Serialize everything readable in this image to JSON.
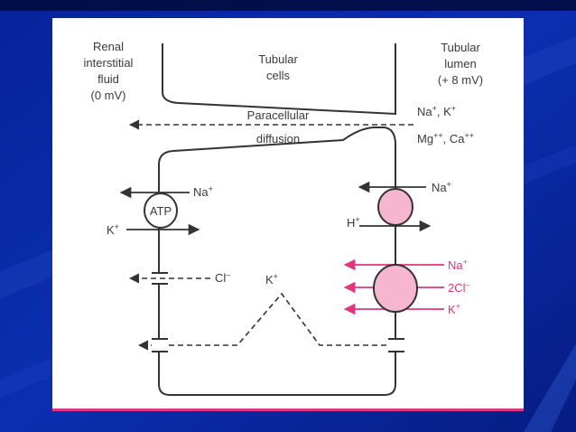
{
  "slide": {
    "background_color": "#0a2aa0",
    "panel_color": "#ffffff",
    "accent_pink": "#e2357f",
    "cotransporter_fill": "#f6b6cf"
  },
  "diagram": {
    "interstitial": {
      "line1": "Renal",
      "line2": "interstitial",
      "line3": "fluid",
      "line4": "(0 mV)"
    },
    "cells": {
      "line1": "Tubular",
      "line2": "cells"
    },
    "lumen": {
      "line1": "Tubular",
      "line2": "lumen",
      "line3": "(+ 8 mV)"
    },
    "paracellular": {
      "line1": "Paracellular",
      "line2": "diffusion"
    },
    "lumen_cations_1": {
      "ion1": "Na",
      "sup1": "+",
      "sep": ", ",
      "ion2": "K",
      "sup2": "+"
    },
    "lumen_cations_2": {
      "ion1": "Mg",
      "sup1": "++",
      "sep": ", ",
      "ion2": "Ca",
      "sup2": "++"
    },
    "pump": {
      "label": "ATP",
      "na": "Na",
      "na_sup": "+",
      "k": "K",
      "k_sup": "+"
    },
    "exchanger": {
      "na": "Na",
      "na_sup": "+",
      "h": "H",
      "h_sup": "+"
    },
    "cotransporter": {
      "na": "Na",
      "na_sup": "+",
      "cl": "2Cl",
      "cl_sup": "–",
      "k": "K",
      "k_sup": "+"
    },
    "basolateral_channel": {
      "ion": "Cl",
      "sup": "–"
    },
    "apical_channel": {
      "ion": "K",
      "sup": "+"
    }
  }
}
